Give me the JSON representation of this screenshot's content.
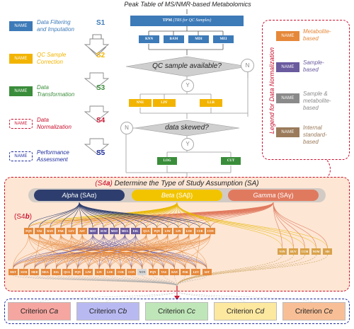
{
  "title": "Peak Table of MS/NMR-based Metabolomics",
  "steps": [
    {
      "name": "NAME",
      "label_line1": "Data Filtering",
      "label_line2": "and Imputation",
      "index": "S1",
      "color": "#3d7ab8"
    },
    {
      "name": "NAME",
      "label_line1": "QC Sample",
      "label_line2": "Correction",
      "index": "S2",
      "color": "#f2b400"
    },
    {
      "name": "NAME",
      "label_line1": "Data",
      "label_line2": "Transformation",
      "index": "S3",
      "color": "#3a8d3a"
    },
    {
      "name": "NAME",
      "label_line1": "Data",
      "label_line2": "Normalization",
      "index": "S4",
      "color": "#c8102e"
    },
    {
      "name": "NAME",
      "label_line1": "Performance",
      "label_line2": "Assessment",
      "index": "S5",
      "color": "#1a2a9c"
    }
  ],
  "flow": {
    "tpm_label": "TPM",
    "tpm_sub": "(TRS for QC Samples)",
    "s1_methods": [
      "KNN",
      "BAM",
      "MDI",
      "MEI"
    ],
    "qc_question": "QC sample available?",
    "yes": "Y",
    "no": "N",
    "s2_methods": [
      "NNE",
      "LPF",
      "LLR"
    ],
    "skew_question": "data skewed?",
    "s3_methods": [
      "LOG",
      "CUT"
    ]
  },
  "legend": {
    "title": "Legend for Data Normalization",
    "items": [
      {
        "name": "NAME",
        "line1": "Metabolite-",
        "line2": "based",
        "line3": "",
        "color": "#e5883a"
      },
      {
        "name": "NAME",
        "line1": "Sample-",
        "line2": "based",
        "line3": "",
        "color": "#6a5a9e"
      },
      {
        "name": "NAME",
        "line1": "Sample &",
        "line2": "metabolite-",
        "line3": "based",
        "color": "#8a8a8a"
      },
      {
        "name": "NAME",
        "line1": "Internal",
        "line2": "standard-",
        "line3": "based",
        "color": "#9a7a5a"
      }
    ]
  },
  "study": {
    "prefix": "(S4",
    "prefix_sub": "a",
    "prefix_end": ")",
    "title": "Determine the Type of Study Assumption (SA)",
    "s4b_prefix": "(S4",
    "s4b_sub": "b",
    "s4b_end": ")",
    "assumptions": [
      {
        "name": "Alpha",
        "sub": "(SAα)",
        "color": "#2d3e6e",
        "text": "#ffffff"
      },
      {
        "name": "Beta",
        "sub": "(SAβ)",
        "color": "#f2c400",
        "text": "#ffffff"
      },
      {
        "name": "Gamma",
        "sub": "(SAγ)",
        "color": "#e07a5f",
        "text": "#ffffff"
      }
    ],
    "top_row": [
      {
        "t": "PQN",
        "c": "#e5883a"
      },
      {
        "t": "VAS",
        "c": "#e5883a"
      },
      {
        "t": "RAN",
        "c": "#e5883a"
      },
      {
        "t": "PAR",
        "c": "#e5883a"
      },
      {
        "t": "LEV",
        "c": "#e5883a"
      },
      {
        "t": "AST",
        "c": "#e5883a"
      },
      {
        "t": "MST",
        "c": "#6a5a9e"
      },
      {
        "t": "SUM",
        "c": "#6a5a9e"
      },
      {
        "t": "MED",
        "c": "#6a5a9e"
      },
      {
        "t": "MEA",
        "c": "#6a5a9e"
      },
      {
        "t": "EIG",
        "c": "#6a5a9e"
      },
      {
        "t": "QUA",
        "c": "#e5883a"
      },
      {
        "t": "PQN",
        "c": "#e5883a"
      },
      {
        "t": "LIW",
        "c": "#e5883a"
      },
      {
        "t": "LIN",
        "c": "#e5883a"
      },
      {
        "t": "LOE",
        "c": "#e5883a"
      },
      {
        "t": "CUB",
        "c": "#e5883a"
      },
      {
        "t": "CON",
        "c": "#e5883a"
      }
    ],
    "right_row": [
      {
        "t": "VSN",
        "c": "#d9a24a"
      },
      {
        "t": "RUV",
        "c": "#d9a24a"
      },
      {
        "t": "CCM",
        "c": "#d9a24a"
      },
      {
        "t": "NOM",
        "c": "#d9a24a"
      },
      {
        "t": "SIS",
        "c": "#d9a24a"
      }
    ],
    "bottom_row": [
      {
        "t": "MST",
        "c": "#e5883a"
      },
      {
        "t": "SUM",
        "c": "#e5883a"
      },
      {
        "t": "MED",
        "c": "#e5883a"
      },
      {
        "t": "MEA",
        "c": "#e5883a"
      },
      {
        "t": "EIG",
        "c": "#e5883a"
      },
      {
        "t": "QUA",
        "c": "#e5883a"
      },
      {
        "t": "PQN",
        "c": "#e5883a"
      },
      {
        "t": "LIW",
        "c": "#e5883a"
      },
      {
        "t": "LIN",
        "c": "#e5883a"
      },
      {
        "t": "LOE",
        "c": "#e5883a"
      },
      {
        "t": "CUB",
        "c": "#e5883a"
      },
      {
        "t": "CON",
        "c": "#e5883a"
      },
      {
        "t": "NON",
        "c": "#d8d8d8"
      },
      {
        "t": "PQN",
        "c": "#e5883a"
      },
      {
        "t": "VAS",
        "c": "#e5883a"
      },
      {
        "t": "RAN",
        "c": "#e5883a"
      },
      {
        "t": "PAR",
        "c": "#e5883a"
      },
      {
        "t": "LEV",
        "c": "#e5883a"
      },
      {
        "t": "AST",
        "c": "#e5883a"
      }
    ]
  },
  "criteria": [
    {
      "prefix": "Criterion ",
      "var": "Ca",
      "color": "#f6a6a0"
    },
    {
      "prefix": "Criterion ",
      "var": "Cb",
      "color": "#b9b9f2"
    },
    {
      "prefix": "Criterion ",
      "var": "Cc",
      "color": "#bfe6b8"
    },
    {
      "prefix": "Criterion ",
      "var": "Cd",
      "color": "#fde8a0"
    },
    {
      "prefix": "Criterion ",
      "var": "Ce",
      "color": "#f8bf96"
    }
  ]
}
